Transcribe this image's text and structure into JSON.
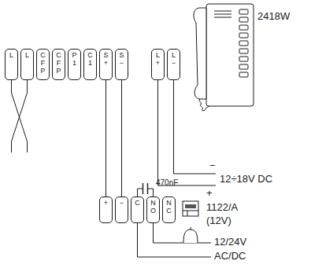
{
  "diagram": {
    "nodes": [
      {
        "text": [
          "L"
        ]
      },
      {
        "text": [
          "L"
        ]
      },
      {
        "text": [
          "CFP"
        ]
      },
      {
        "text": [
          "CFP"
        ]
      },
      {
        "text": [
          "P1"
        ]
      },
      {
        "text": [
          "C1"
        ]
      },
      {
        "text": [
          "S+"
        ]
      },
      {
        "text": [
          "S−"
        ]
      },
      {
        "text": [
          "L+"
        ]
      },
      {
        "text": [
          "L−"
        ]
      },
      {
        "text": [
          "+"
        ]
      },
      {
        "text": [
          "−"
        ]
      },
      {
        "text": [
          "C"
        ]
      },
      {
        "text": [
          "NO"
        ]
      },
      {
        "text": [
          "NC"
        ]
      }
    ],
    "edges": [
      {
        "from": 6,
        "to": 10,
        "arrow": "none"
      },
      {
        "from": 7,
        "to": 11,
        "arrow": "none"
      },
      {
        "from": 12,
        "to": 13,
        "arrow": "none"
      }
    ],
    "labels": [
      "2418W",
      "−",
      "+",
      "12÷18V DC",
      "470nF",
      "1122/A",
      "(12V)",
      "12/24V",
      "AC/DC"
    ]
  }
}
